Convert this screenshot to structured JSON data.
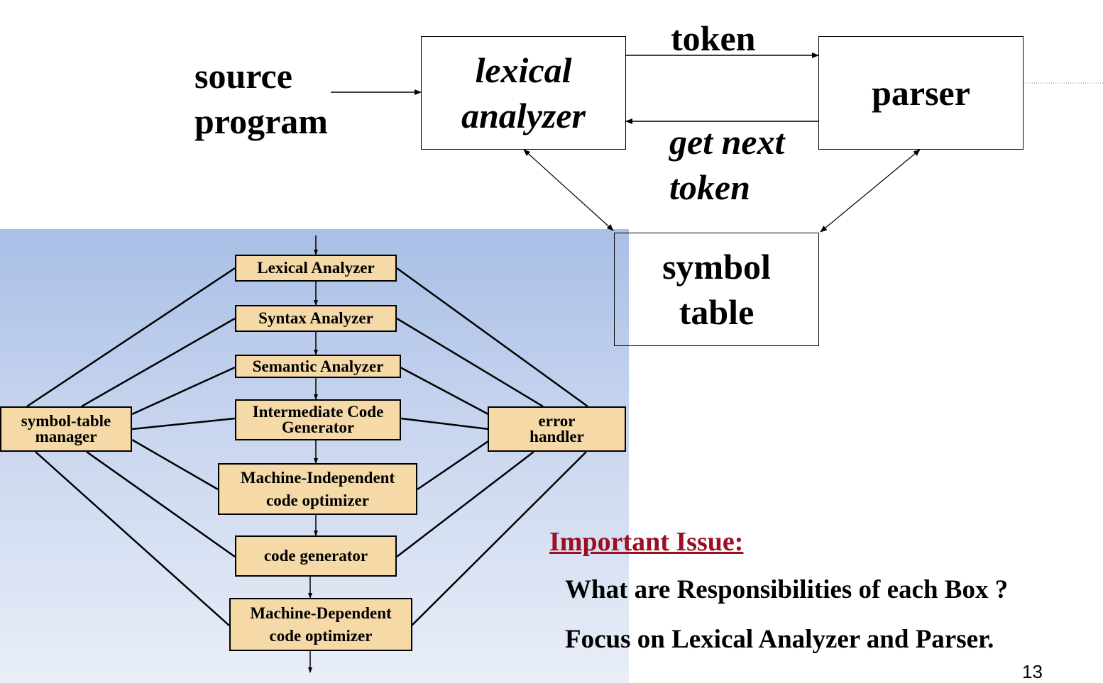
{
  "top_diagram": {
    "source_label": [
      "source",
      "program"
    ],
    "lexical_box": [
      "lexical",
      "analyzer"
    ],
    "parser_box": "parser",
    "symbol_box": [
      "symbol",
      "table"
    ],
    "token_label": "token",
    "get_next_label": [
      "get next",
      "token"
    ]
  },
  "phases": {
    "lexical": "Lexical Analyzer",
    "syntax": "Syntax Analyzer",
    "semantic": "Semantic Analyzer",
    "intermediate": [
      "Intermediate Code",
      "Generator"
    ],
    "mi_optimizer": [
      "Machine-Independent",
      "code optimizer"
    ],
    "codegen": "code generator",
    "md_optimizer": [
      "Machine-Dependent",
      "code optimizer"
    ],
    "symtab_manager": [
      "symbol-table",
      "manager"
    ],
    "error_handler": [
      "error",
      "handler"
    ]
  },
  "issue": {
    "title": "Important Issue:",
    "line1": "What are Responsibilities of each Box ?",
    "line2": "Focus on Lexical Analyzer and Parser."
  },
  "page_number": "13",
  "colors": {
    "phase_fill": "#f5d9a7",
    "issue_title": "#9b0f22",
    "panel_top": "#a9bfe6",
    "panel_bottom": "#e9eef8"
  }
}
